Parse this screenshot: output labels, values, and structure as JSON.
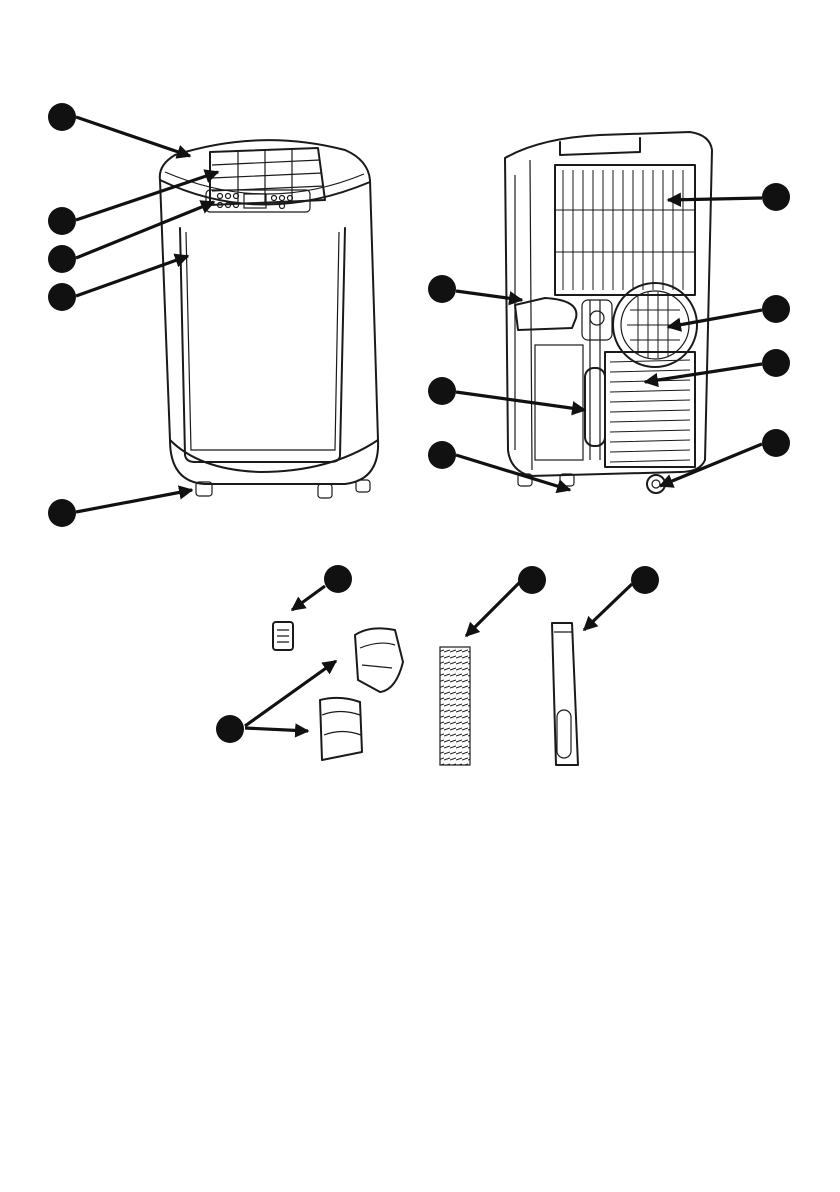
{
  "diagram": {
    "colors": {
      "ink": "#1a1a1a",
      "background": "#ffffff"
    },
    "callouts": [
      {
        "id": "front-top-outlet",
        "label": ""
      },
      {
        "id": "front-louvers",
        "label": ""
      },
      {
        "id": "front-control-panel",
        "label": ""
      },
      {
        "id": "front-body",
        "label": ""
      },
      {
        "id": "front-casters",
        "label": ""
      },
      {
        "id": "rear-upper-filter",
        "label": ""
      },
      {
        "id": "rear-exhaust-port",
        "label": ""
      },
      {
        "id": "rear-lower-grille",
        "label": ""
      },
      {
        "id": "rear-drain-plug",
        "label": ""
      },
      {
        "id": "rear-side-handle",
        "label": ""
      },
      {
        "id": "rear-cord-holder",
        "label": ""
      },
      {
        "id": "rear-bottom",
        "label": ""
      },
      {
        "id": "remote-control",
        "label": ""
      },
      {
        "id": "hose-adapters",
        "label": ""
      },
      {
        "id": "exhaust-hose",
        "label": ""
      },
      {
        "id": "window-slider",
        "label": ""
      }
    ]
  }
}
